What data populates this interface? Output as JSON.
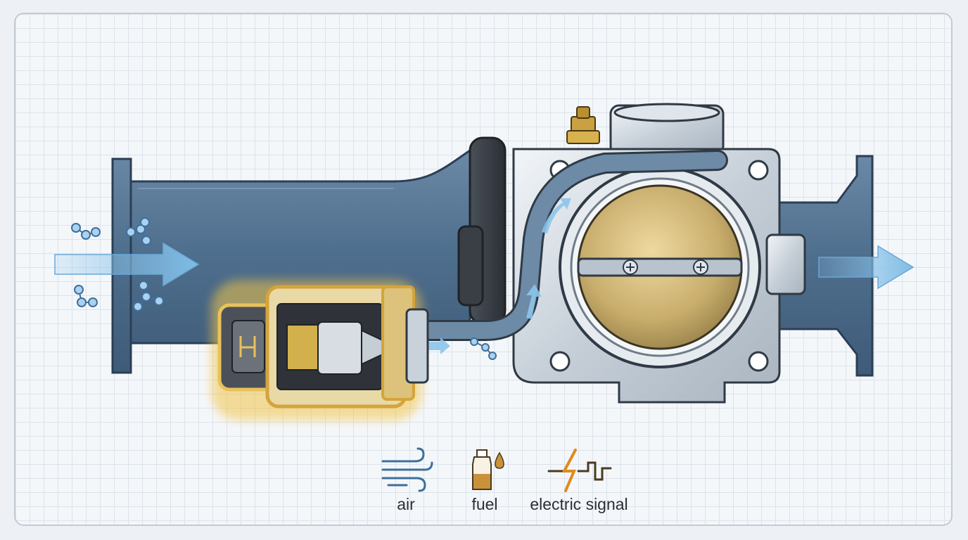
{
  "legend": {
    "items": [
      {
        "label": "air",
        "icon": "wind-icon",
        "color": "#3f6f9a"
      },
      {
        "label": "fuel",
        "icon": "fuel-bottle-icon",
        "color": "#c9923a"
      },
      {
        "label": "electric signal",
        "icon": "lightning-signal-icon",
        "color": "#e08a1e"
      }
    ]
  },
  "colors": {
    "intake_pipe": "#51718f",
    "airflow_arrow": "#8cc4ea",
    "aluminum": "#c9d2db",
    "brass_plate": "#c9b071",
    "injector_glow": "#f2c44a"
  }
}
